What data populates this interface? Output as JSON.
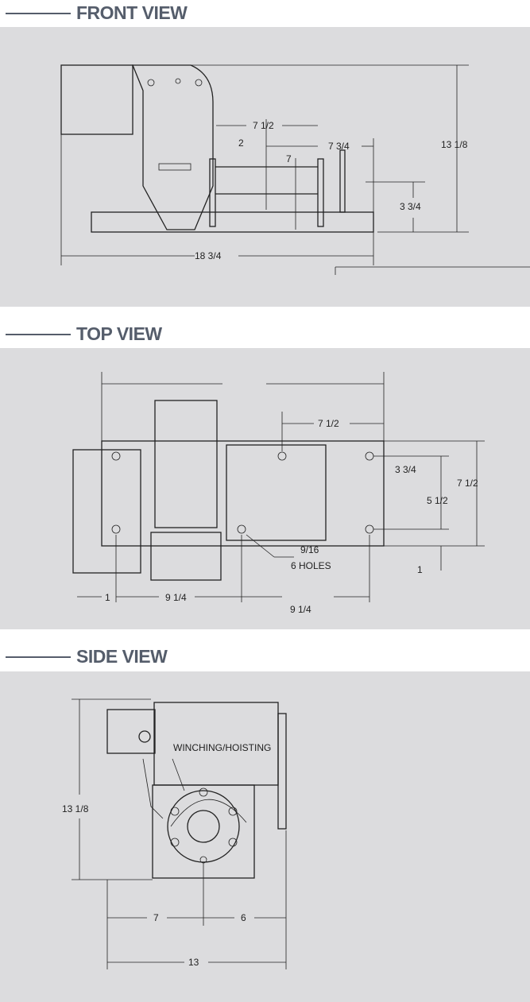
{
  "sections": [
    {
      "title": "FRONT VIEW",
      "dims": {
        "width": "18 3/4",
        "height": "13 1/8",
        "drum_offset": "7 1/2",
        "flange_span": "7 3/4",
        "drum_dia": "2",
        "flange_dia": "7",
        "center_height": "3 3/4"
      }
    },
    {
      "title": "TOP VIEW",
      "dims": {
        "hole_span_top": "7 1/2",
        "hole_spacing": "3 3/4",
        "hole_inner": "5 1/2",
        "depth": "7 1/2",
        "edge_right": "1",
        "edge_left": "1",
        "hole_left": "9 1/4",
        "hole_right": "9 1/4",
        "holes_dia": "9/16",
        "holes_count": "6 HOLES"
      }
    },
    {
      "title": "SIDE VIEW",
      "dims": {
        "height": "13 1/8",
        "left": "7",
        "right": "6",
        "width": "13"
      },
      "label": "WINCHING/HOISTING"
    }
  ]
}
